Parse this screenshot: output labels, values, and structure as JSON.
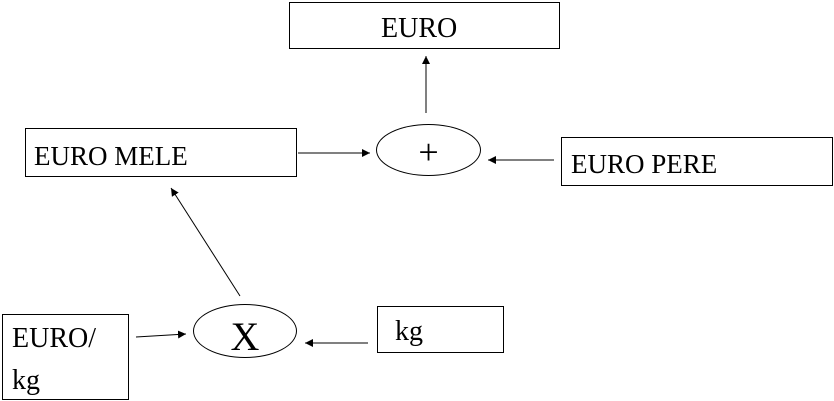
{
  "nodes": {
    "euro": "EURO",
    "euro_mele": "EURO MELE",
    "euro_pere": "EURO PERE",
    "euro_per_kg": [
      "EURO/",
      "kg"
    ],
    "kg": "kg",
    "plus": "+",
    "times": "X"
  },
  "colors": {
    "stroke": "#000000",
    "background": "#ffffff"
  }
}
